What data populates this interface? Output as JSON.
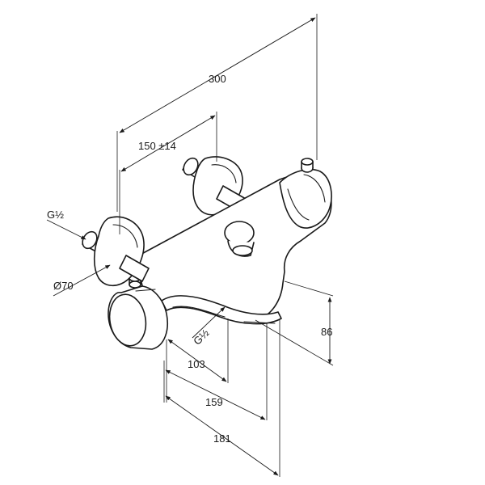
{
  "dimensions": {
    "overall_length": "300",
    "inlet_spacing": "150 ±14",
    "inlet_thread_left": "G½",
    "escutcheon_diameter": "Ø70",
    "outlet_thread": "G½",
    "height": "86",
    "depth_outlet": "103",
    "depth_body": "159",
    "depth_total": "181"
  },
  "colors": {
    "line": "#1a1a1a",
    "background": "#ffffff"
  }
}
